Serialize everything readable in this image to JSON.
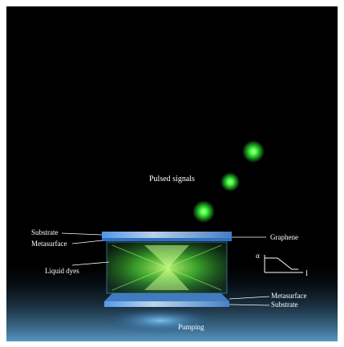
{
  "labels": {
    "pulsed_signals": "Pulsed signals",
    "substrate_top": "Substrate",
    "metasurface_top": "Metasurface",
    "liquid_dyes": "Liquid dyes",
    "graphene": "Graphene",
    "alpha": "α",
    "intensity_axis": "I",
    "metasurface_bottom": "Metasurface",
    "substrate_bottom": "Substrate",
    "pumping": "Pumping"
  },
  "colors": {
    "background": "#000000",
    "pulse_green": "#39ff3a",
    "laser_green": "#7dff3a",
    "glass_blue": "#6fb7ff",
    "pump_blue": "#3aa0ff",
    "label_white": "#ffffff"
  }
}
